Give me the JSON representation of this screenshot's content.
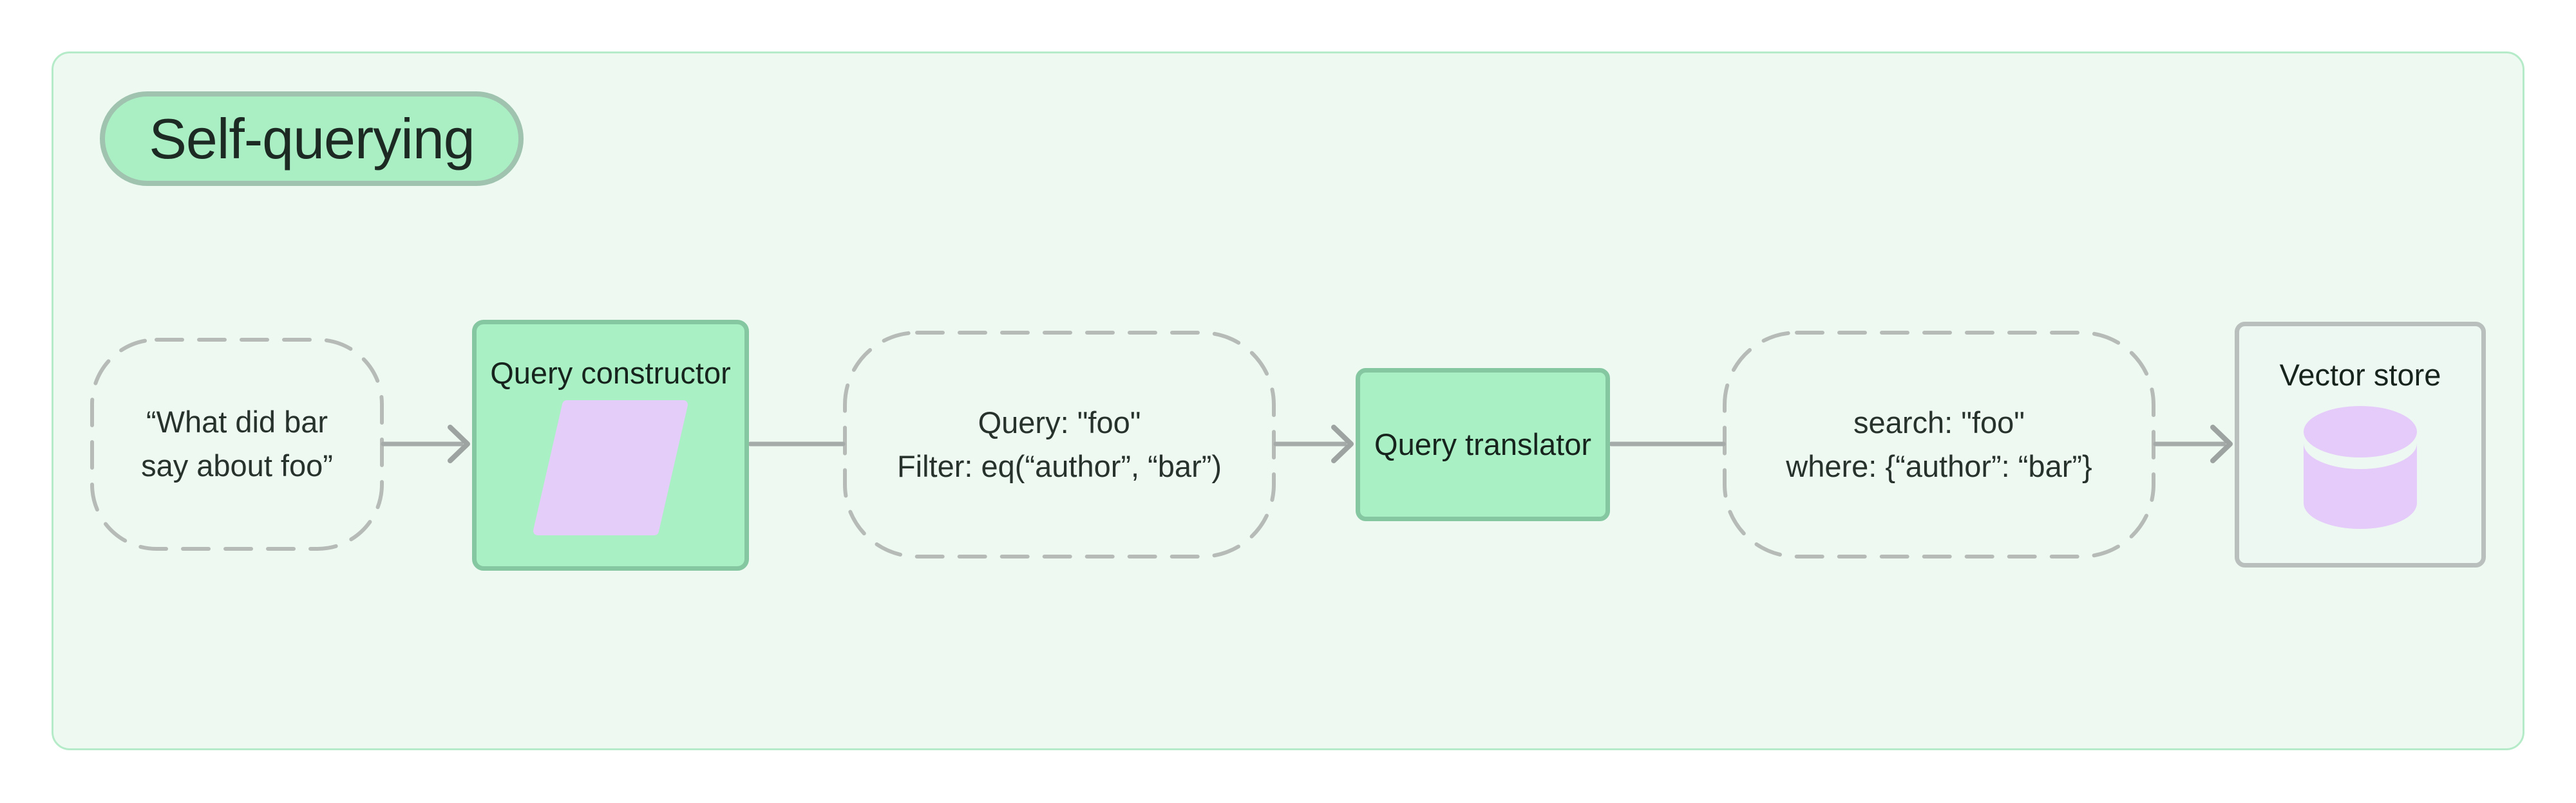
{
  "page": {
    "background": "#ffffff"
  },
  "panel": {
    "fill": "#edf9f1",
    "border": "#b5ebc8"
  },
  "badge": {
    "label": "Self-querying",
    "fill": "#aaefc4",
    "border": "#9fc3ae",
    "text_color": "#1d2a24"
  },
  "nodes": {
    "user_query": {
      "style": "dashed",
      "line1": "“What did bar",
      "line2": "say about foo”"
    },
    "query_constructor": {
      "style": "green-solid",
      "label": "Query constructor",
      "icon": "parallelogram-icon",
      "icon_color": "#e4cdf9"
    },
    "structured_query": {
      "style": "dashed",
      "line1": "Query: \"foo\"",
      "line2": "Filter: eq(“author”, “bar”)"
    },
    "query_translator": {
      "style": "green-solid",
      "label": "Query translator"
    },
    "translated_query": {
      "style": "dashed",
      "line1": "search: \"foo\"",
      "line2": "where: {“author”: “bar”}"
    },
    "vector_store": {
      "style": "gray-outlined",
      "label": "Vector store",
      "icon": "database-icon",
      "icon_color": "#e4cbf9"
    }
  },
  "connectors": [
    {
      "from": "user_query",
      "to": "query_constructor",
      "arrowhead": true
    },
    {
      "from": "query_constructor",
      "to": "structured_query",
      "arrowhead": false
    },
    {
      "from": "structured_query",
      "to": "query_translator",
      "arrowhead": true
    },
    {
      "from": "query_translator",
      "to": "translated_query",
      "arrowhead": false
    },
    {
      "from": "translated_query",
      "to": "vector_store",
      "arrowhead": true
    }
  ],
  "colors": {
    "green_fill": "#aaf0c5",
    "green_border": "#84c7a0",
    "dashed_border": "#b6bbb8",
    "connector_line": "#a5aba8",
    "arrowhead": "#9da3a0",
    "gray_border": "#b9bfbc",
    "text": "#28322d",
    "purple": "#e4cdf9"
  }
}
